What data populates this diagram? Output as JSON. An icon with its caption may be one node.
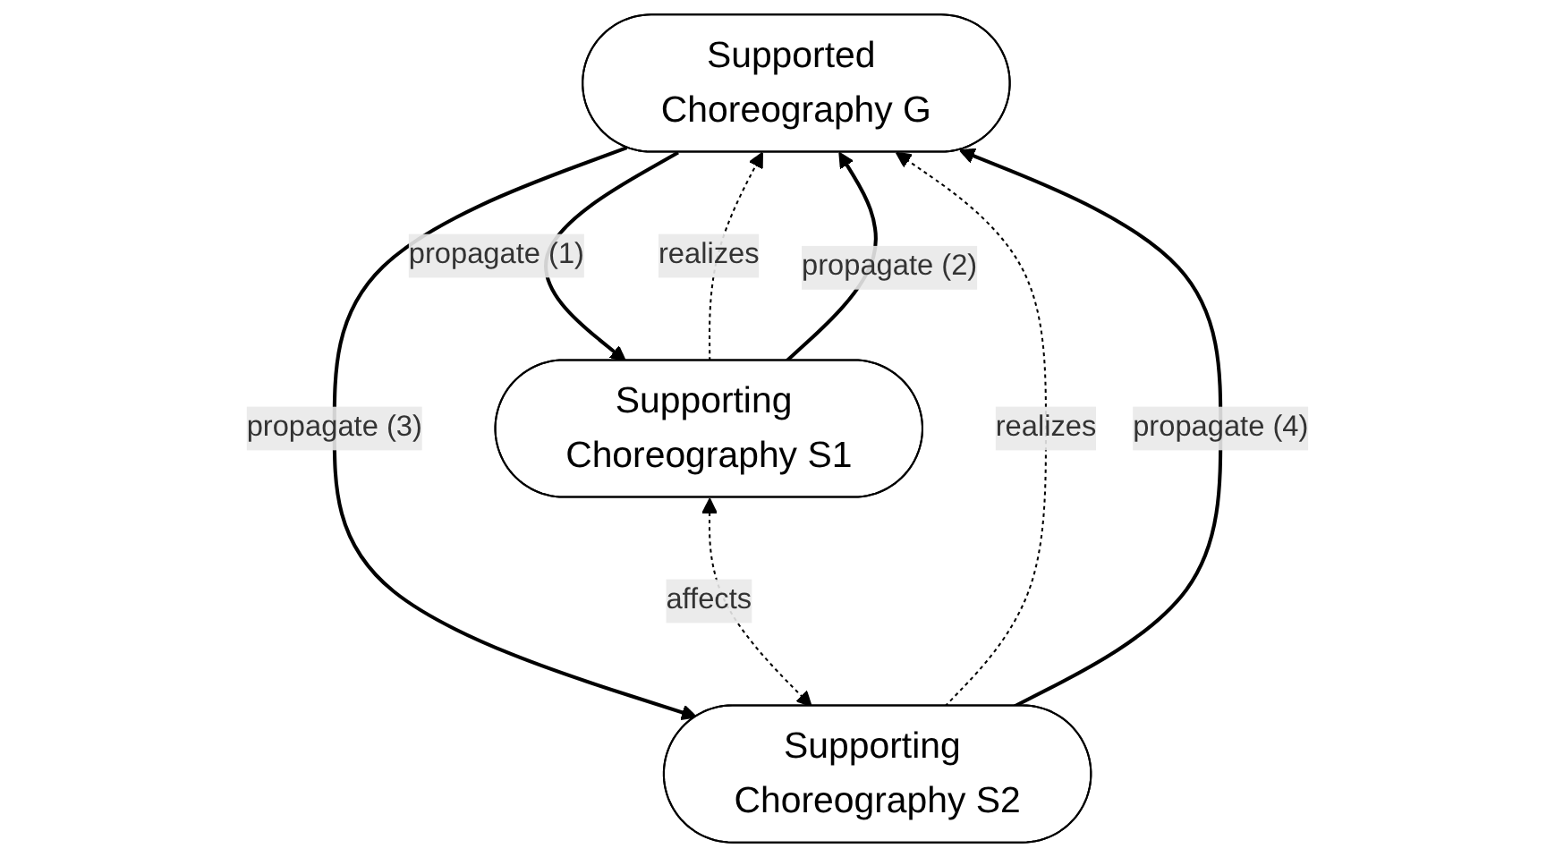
{
  "diagram": {
    "nodes": [
      {
        "text": [
          "Supported Choreography G"
        ]
      },
      {
        "text": [
          "Supporting Choreography S1"
        ]
      },
      {
        "text": [
          "Supporting Choreography S2"
        ]
      }
    ],
    "edges": [
      {
        "from": 0,
        "to": 1,
        "arrow": "to",
        "label": "propagate (1)"
      },
      {
        "from": 1,
        "to": 0,
        "arrow": "to",
        "label": "realizes",
        "style": "dashed"
      },
      {
        "from": 1,
        "to": 0,
        "arrow": "to",
        "label": "propagate (2)"
      },
      {
        "from": 0,
        "to": 2,
        "arrow": "to",
        "label": "propagate (3)"
      },
      {
        "from": 2,
        "to": 0,
        "arrow": "to",
        "label": "realizes",
        "style": "dashed"
      },
      {
        "from": 2,
        "to": 0,
        "arrow": "to",
        "label": "propagate (4)"
      },
      {
        "from": 1,
        "to": 2,
        "arrow": "both",
        "label": "affects",
        "style": "dashed"
      }
    ]
  }
}
